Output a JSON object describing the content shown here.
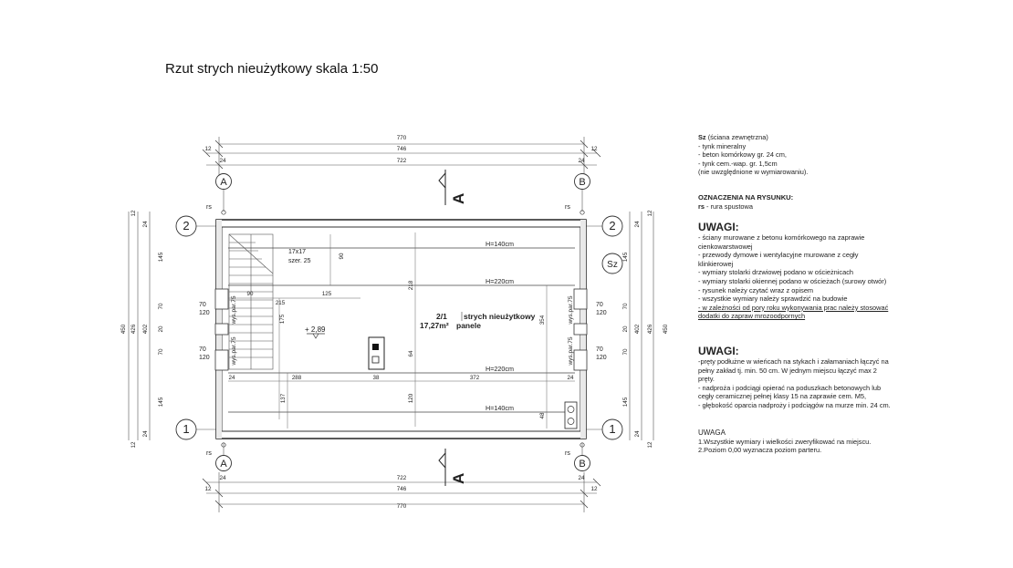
{
  "title": "Rzut strych nieużytkowy skala 1:50",
  "plan": {
    "axes": {
      "a": "A",
      "b": "B",
      "one": "1",
      "two": "2",
      "sz": "Sz"
    },
    "rs_label": "rs",
    "section_label": "A",
    "dims_top": [
      "770",
      "746",
      "722",
      "12",
      "24"
    ],
    "dims_bottom": [
      "722",
      "746",
      "770",
      "24",
      "12"
    ],
    "dims_left": [
      "450",
      "426",
      "402",
      "145",
      "70",
      "20",
      "12",
      "24"
    ],
    "dims_right": [
      "450",
      "426",
      "402",
      "145",
      "70",
      "20",
      "12",
      "24"
    ],
    "openings": [
      "70",
      "120"
    ],
    "chimney": {
      "size": "17x17",
      "width": "szer. 25"
    },
    "room": {
      "number": "2/1",
      "name": "strych nieużytkowy",
      "area": "17,27m²",
      "finish": "panele"
    },
    "heights": [
      "H=140cm",
      "H=220cm",
      "H=220cm",
      "H=140cm"
    ],
    "level": "+ 2,89",
    "window_label": "wys.par.75",
    "inner_dims": [
      "90",
      "215",
      "125",
      "175",
      "218",
      "64",
      "120",
      "137",
      "288",
      "38",
      "372",
      "354",
      "48",
      "90"
    ]
  },
  "notes": {
    "sz_title": "Sz",
    "sz_subtitle": "(ściana zewnętrzna)",
    "sz_items": [
      "- tynk mineralny",
      "- beton komórkowy gr. 24 cm,",
      "- tynk cem.-wap. gr. 1,5cm",
      "(nie uwzględnione w wymiarowaniu)."
    ],
    "marks_title": "OZNACZENIA NA RYSUNKU:",
    "marks_key": "rs",
    "marks_desc": " - rura spustowa",
    "uwagi1_title": "UWAGI:",
    "uwagi1_items": [
      "- ściany murowane z betonu komórkowego na zaprawie cienkowarstwowej",
      "- przewody dymowe i wentylacyjne murowane z cegły klinkierowej",
      "- wymiary stolarki drzwiowej podano w ościeżnicach",
      "- wymiary stolarki okiennej podano w ościeżach (surowy otwór)",
      "- rysunek należy czytać wraz z opisem",
      "- wszystkie wymiary należy sprawdzić na budowie",
      "- w zależności od pory roku wykonywania prac należy stosować dodatki do zapraw mrozoodpornych"
    ],
    "uwagi2_title": "UWAGI:",
    "uwagi2_items": [
      "-pręty podłużne w wieńcach na stykach i załamaniach łączyć na pełny zakład tj. min. 50 cm. W jednym miejscu łączyć max 2 pręty.",
      "- nadproża i podciągi opierać na poduszkach betonowych lub cegły ceramicznej pełnej klasy 15 na zaprawie cem. M5,",
      "- głębokość oparcia nadproży i podciągów na murze min. 24 cm."
    ],
    "uwaga_title": "UWAGA",
    "uwaga_items": [
      "1.Wszystkie wymiary i wielkości zweryfikować na miejscu.",
      "2.Poziom 0,00 wyznacza poziom parteru."
    ]
  }
}
